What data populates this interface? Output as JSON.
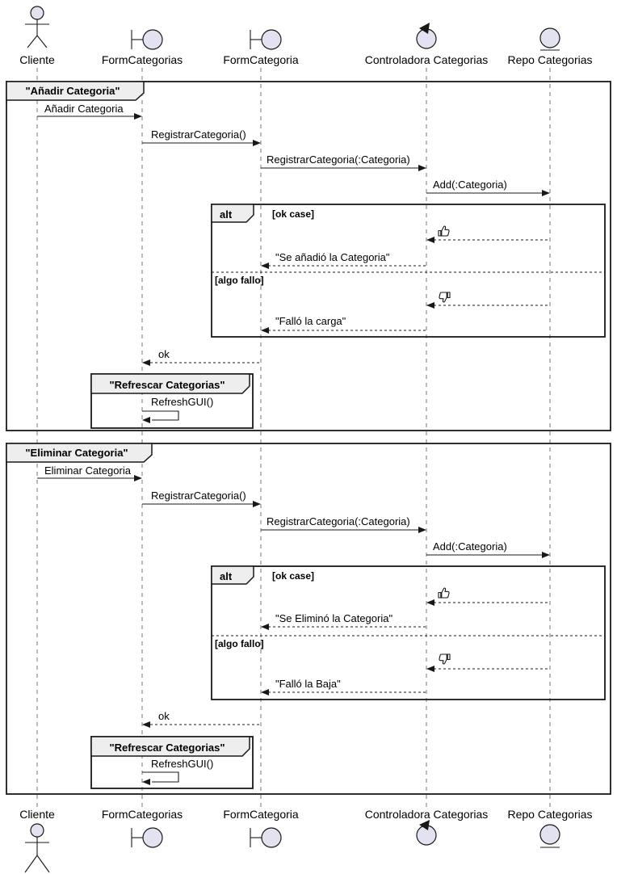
{
  "participants": [
    {
      "label": "Cliente",
      "type": "actor"
    },
    {
      "label": "FormCategorias",
      "type": "boundary"
    },
    {
      "label": "FormCategoria",
      "type": "boundary"
    },
    {
      "label": "Controladora Categorias",
      "type": "control"
    },
    {
      "label": "Repo Categorias",
      "type": "entity"
    }
  ],
  "fragments": [
    {
      "title": "\"Añadir Categoria\"",
      "msg_request": "Añadir Categoria",
      "msg_register": "RegistrarCategoria()",
      "msg_register_param": "RegistrarCategoria(:Categoria)",
      "msg_add": "Add(:Categoria)",
      "alt_label": "alt",
      "guard_ok": "[ok case]",
      "guard_fail": "[algo fallo]",
      "reply_ok": "\"Se añadió la Categoria\"",
      "reply_fail": "\"Falló la carga\"",
      "reply_result": "ok",
      "group_title": "\"Refrescar Categorias\"",
      "msg_refresh": "RefreshGUI()"
    },
    {
      "title": "\"Eliminar Categoria\"",
      "msg_request": "Eliminar Categoria",
      "msg_register": "RegistrarCategoria()",
      "msg_register_param": "RegistrarCategoria(:Categoria)",
      "msg_add": "Add(:Categoria)",
      "alt_label": "alt",
      "guard_ok": "[ok case]",
      "guard_fail": "[algo fallo]",
      "reply_ok": "\"Se Eliminó la Categoria\"",
      "reply_fail": "\"Falló la Baja\"",
      "reply_result": "ok",
      "group_title": "\"Refrescar Categorias\"",
      "msg_refresh": "RefreshGUI()"
    }
  ],
  "icons": {
    "ok": "thumbs-up",
    "fail": "thumbs-down"
  },
  "colors": {
    "line": "#181818",
    "shape_fill": "#E2E2F0",
    "header_fill": "#EEEEEE",
    "lifeline": "#777777"
  }
}
